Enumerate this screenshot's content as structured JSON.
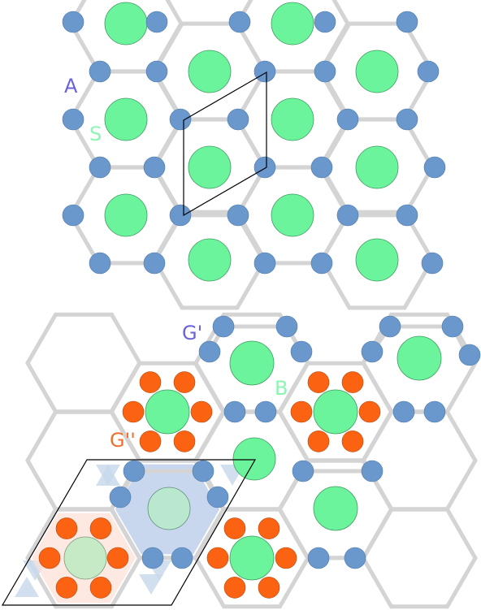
{
  "labels": {
    "A": "A",
    "S": "S",
    "G_prime": "G'",
    "B": "B",
    "G_double_prime": "G''"
  },
  "colors": {
    "blue_atom": "#6b98cc",
    "green_atom": "#6cf49c",
    "orange_atom": "#fb6313",
    "bond_gray": "#d4d4d4",
    "hexagon_outline": "#d4d4d4",
    "cell_outline": "#000000",
    "label_A": "#6b62d9",
    "label_S": "#8cf5b3",
    "label_G_prime": "#6b62d9",
    "label_B": "#8cf5b3",
    "label_G_double_prime": "#f1702e",
    "triangle_fill": "#c9d9ec",
    "tint_blue": "#b6c9e8",
    "tint_orange": "#fde0d8"
  }
}
